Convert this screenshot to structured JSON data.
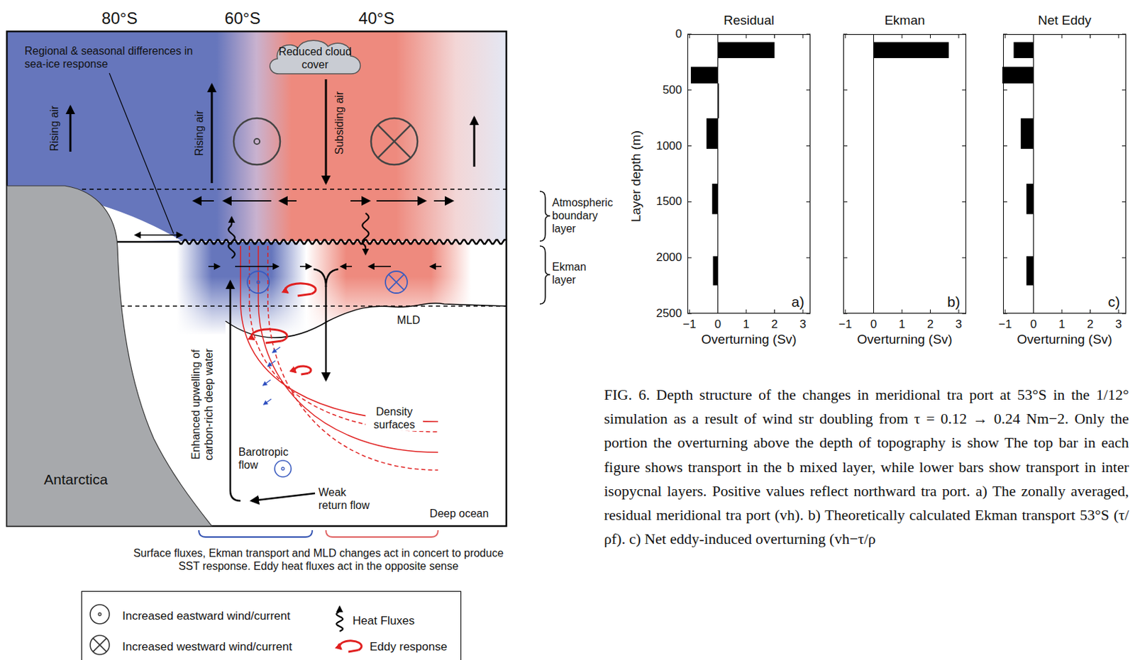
{
  "diagram": {
    "caption": "FIG. 6. Depth structure of the changes in meridional tra port at 53°S in the 1/12° simulation as a result of wind str doubling from τ = 0.12 → 0.24 Nm−2. Only the portion the overturning above the depth of topography is show The top bar in each figure shows transport in the b mixed layer, while lower bars show transport in inter isopycnal layers. Positive values reflect northward tra port. a) The zonally averaged, residual meridional tra port (vh). b) Theoretically calculated Ekman transport 53°S (τ/ρf). c) Net eddy-induced overturning (vh−τ/ρ",
    "nodes": [
      {
        "text": [
          "Reduced cloud cover"
        ]
      },
      {
        "text": [
          "Antarctica"
        ]
      },
      {
        "text": [
          "Residual",
          "a)"
        ]
      },
      {
        "text": [
          "Ekman",
          "b)"
        ]
      },
      {
        "text": [
          "Net Eddy",
          "c)"
        ]
      }
    ],
    "labels": [
      "80°S",
      "60°S",
      "40°S",
      "Regional & seasonal differences in sea-ice response",
      "Rising air",
      "Rising air",
      "Subsiding air",
      "Atmospheric boundary layer",
      "Ekman layer",
      "MLD",
      "Enhanced upwelling of carbon-rich deep water",
      "Density surfaces",
      "Barotropic flow",
      "Weak return flow",
      "Deep ocean",
      "Surface fluxes, Ekman transport and MLD changes act in concert to produce SST response. Eddy heat fluxes act in the opposite sense",
      "0",
      "500",
      "1000",
      "1500",
      "2000",
      "2500",
      "Layer depth (m)",
      "−1",
      "0",
      "1",
      "2",
      "3",
      "Overturning (Sv)",
      "−1",
      "0",
      "1",
      "2",
      "3",
      "Overturning (Sv)",
      "−1",
      "0",
      "1",
      "2",
      "3",
      "Overturning (Sv)"
    ],
    "legend": [
      {
        "text": "Increased eastward wind/current"
      },
      {
        "text": "Increased westward wind/current"
      },
      {
        "text": "Heat Fluxes"
      },
      {
        "text": "Eddy response"
      }
    ]
  }
}
